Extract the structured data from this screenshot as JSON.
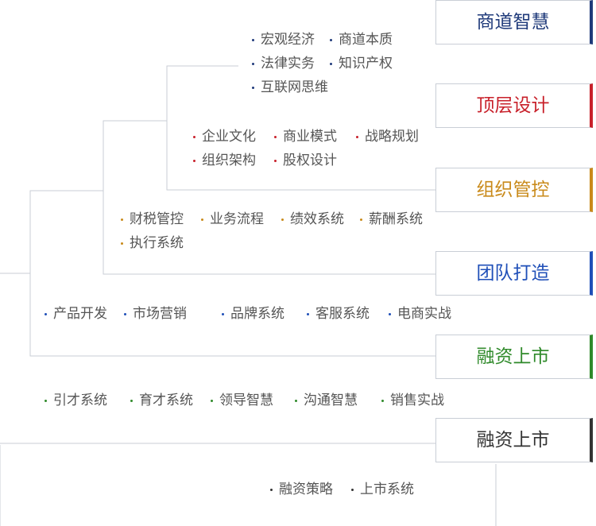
{
  "boxes": [
    {
      "label": "商道智慧",
      "color": "#1f3a7a",
      "border": "#1f3a7a"
    },
    {
      "label": "顶层设计",
      "color": "#c8202a",
      "border": "#c8202a"
    },
    {
      "label": "组织管控",
      "color": "#c98a1a",
      "border": "#c98a1a"
    },
    {
      "label": "团队打造",
      "color": "#1f4fb8",
      "border": "#1f4fb8"
    },
    {
      "label": "融资上市",
      "color": "#2f8a2a",
      "border": "#2f8a2a"
    },
    {
      "label": "融资上市",
      "color": "#333333",
      "border": "#333333"
    }
  ],
  "groups": [
    {
      "bullet_color": "#1f3a7a",
      "items": [
        "宏观经济",
        "商道本质",
        "法律实务",
        "知识产权",
        "互联网思维"
      ]
    },
    {
      "bullet_color": "#c8202a",
      "items": [
        "企业文化",
        "商业模式",
        "战略规划",
        "组织架构",
        "股权设计"
      ]
    },
    {
      "bullet_color": "#c98a1a",
      "items": [
        "财税管控",
        "业务流程",
        "绩效系统",
        "薪酬系统",
        "执行系统"
      ]
    },
    {
      "bullet_color": "#1f4fb8",
      "items": [
        "产品开发",
        "市场营销",
        "品牌系统",
        "客服系统",
        "电商实战"
      ]
    },
    {
      "bullet_color": "#2f8a2a",
      "items": [
        "引才系统",
        "育才系统",
        "领导智慧",
        "沟通智慧",
        "销售实战"
      ]
    },
    {
      "bullet_color": "#333333",
      "items": [
        "融资策略",
        "上市系统"
      ]
    }
  ],
  "line_color": "#c9ced6"
}
